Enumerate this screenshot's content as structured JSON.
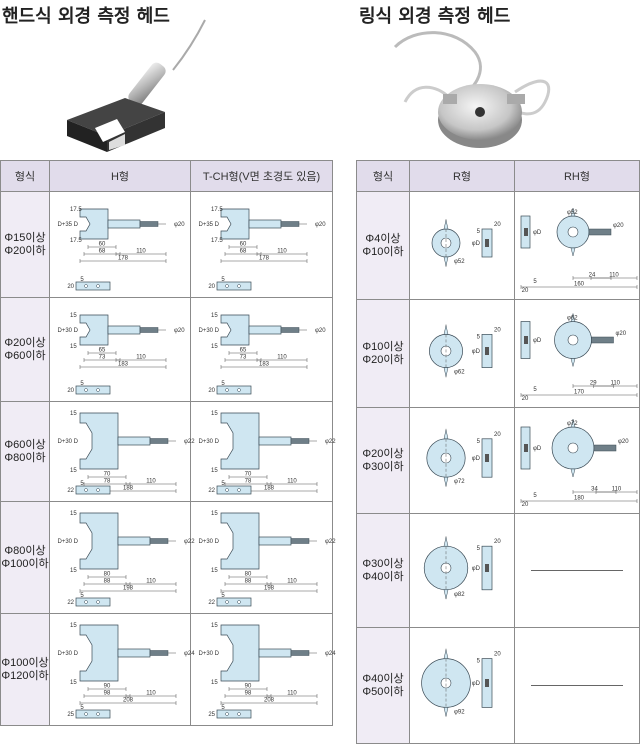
{
  "left": {
    "title": "핸드식 외경 측정 헤드",
    "headers": [
      "형식",
      "H형",
      "T-CH형(V면 초경도 있음)"
    ],
    "rows": [
      {
        "range": [
          "Φ15이상",
          "Φ20이하"
        ],
        "dims": {
          "head": "D+35",
          "d": "φ20",
          "a": "60",
          "b": "110",
          "c": "178",
          "e": "68",
          "t1": "17.5",
          "t2": "17.5",
          "bot": "20",
          "s": "5"
        }
      },
      {
        "range": [
          "Φ20이상",
          "Φ60이하"
        ],
        "dims": {
          "head": "D+30",
          "d": "φ20",
          "a": "65",
          "b": "110",
          "c": "183",
          "e": "73",
          "t1": "15",
          "t2": "15",
          "bot": "20",
          "s": "5"
        }
      },
      {
        "range": [
          "Φ60이상",
          "Φ80이하"
        ],
        "dims": {
          "head": "D+30",
          "d": "φ22",
          "a": "70",
          "b": "110",
          "c": "188",
          "e": "78",
          "t1": "15",
          "t2": "15",
          "bot": "22",
          "s": "5"
        }
      },
      {
        "range": [
          "Φ80이상",
          "Φ100이하"
        ],
        "dims": {
          "head": "D+30",
          "d": "φ22",
          "a": "80",
          "b": "110",
          "c": "198",
          "e": "88",
          "t1": "15",
          "t2": "15",
          "bot": "22",
          "s": "5"
        }
      },
      {
        "range": [
          "Φ100이상",
          "Φ120이하"
        ],
        "dims": {
          "head": "D+30",
          "d": "φ24",
          "a": "90",
          "b": "110",
          "c": "208",
          "e": "98",
          "t1": "15",
          "t2": "15",
          "bot": "25",
          "s": "5"
        }
      }
    ]
  },
  "right": {
    "title": "링식 외경 측정 헤드",
    "headers": [
      "형식",
      "R형",
      "RH형"
    ],
    "rows": [
      {
        "range": [
          "Φ4이상",
          "Φ10이하"
        ],
        "r": {
          "d": "φ52",
          "D": "φD",
          "t": "5",
          "w": "20"
        },
        "rh": {
          "d": "φ52",
          "dd": "φ20",
          "D": "φD",
          "a": "24",
          "b": "110",
          "c": "160",
          "s": "5",
          "w": "20"
        }
      },
      {
        "range": [
          "Φ10이상",
          "Φ20이하"
        ],
        "r": {
          "d": "φ62",
          "D": "φD",
          "t": "5",
          "w": "20"
        },
        "rh": {
          "d": "φ62",
          "dd": "φ20",
          "D": "φD",
          "a": "29",
          "b": "110",
          "c": "170",
          "s": "5",
          "w": "20"
        }
      },
      {
        "range": [
          "Φ20이상",
          "Φ30이하"
        ],
        "r": {
          "d": "φ72",
          "D": "φD",
          "t": "5",
          "w": "20"
        },
        "rh": {
          "d": "φ72",
          "dd": "φ20",
          "D": "φD",
          "a": "34",
          "b": "110",
          "c": "180",
          "s": "5",
          "w": "20"
        }
      },
      {
        "range": [
          "Φ30이상",
          "Φ40이하"
        ],
        "r": {
          "d": "φ82",
          "D": "φD",
          "t": "5",
          "w": "20"
        },
        "rh": null
      },
      {
        "range": [
          "Φ40이상",
          "Φ50이하"
        ],
        "r": {
          "d": "φ92",
          "D": "φD",
          "t": "5",
          "w": "20"
        },
        "rh": null
      }
    ]
  }
}
